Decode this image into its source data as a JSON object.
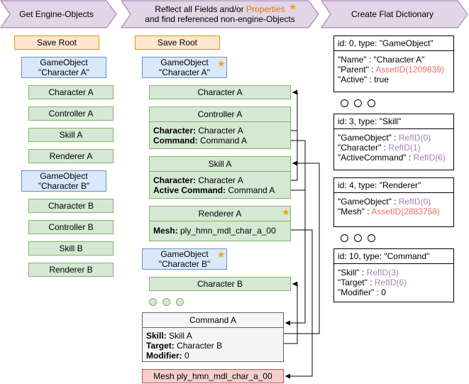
{
  "colors": {
    "header_fill": "#e1d5e7",
    "header_stroke": "#9673a6",
    "orange_fill": "#ffe6cc",
    "blue_fill": "#dae8fc",
    "green_fill": "#d5e8d4",
    "gray_fill": "#f5f5f5",
    "red_fill": "#f8cecc",
    "ref_color": "#a680b8",
    "asset_color": "#ea6b66",
    "star_color": "#f0a30a"
  },
  "headers": [
    {
      "text": "Get Engine-Objects"
    },
    {
      "line1_pre": "Reflect all Fields and/or ",
      "line1_highlight": "Properties",
      "line2": "and find referenced non-engine-Objects"
    },
    {
      "text": "Create Flat Dictionary"
    }
  ],
  "col1": {
    "save_root": "Save Root",
    "objects": [
      {
        "go": "GameObject \"Character A\"",
        "components": [
          "Character A",
          "Controller A",
          "Skill A",
          "Renderer A"
        ]
      },
      {
        "go": "GameObject \"Character B\"",
        "components": [
          "Character B",
          "Controller B",
          "Skill B",
          "Renderer B"
        ]
      }
    ]
  },
  "col2": {
    "save_root": "Save Root",
    "go_a": "GameObject \"Character A\"",
    "char_a": "Character A",
    "controller": {
      "title": "Controller A",
      "f1_name": "Character:",
      "f1_val": " Character A",
      "f2_name": "Command:",
      "f2_val": " Command A"
    },
    "skill": {
      "title": "Skill A",
      "f1_name": "Character:",
      "f1_val": " Character A",
      "f2_name": "Active Command:",
      "f2_val": " Command A"
    },
    "renderer": {
      "title": "Renderer A",
      "f1_name": "Mesh:",
      "f1_val": " ply_hmn_mdl_char_a_00"
    },
    "go_b": "GameObject \"Character B\"",
    "char_b": "Character B",
    "command": {
      "title": "Command A",
      "f1_name": "Skill:",
      "f1_val": " Skill A",
      "f2_name": "Target:",
      "f2_val": " Character B",
      "f3_name": "Modifier:",
      "f3_val": " 0"
    },
    "mesh": "Mesh ply_hmn_mdl_char_a_00"
  },
  "col3": {
    "d0": {
      "header": "id: 0, type: \"GameObject\"",
      "l1": "\"Name\" : \"Character A\"",
      "l2_pre": "\"Parent\" : ",
      "l2_val": "AssetID(1209839)",
      "l3": "\"Active\" : true"
    },
    "d3": {
      "header": "id: 3, type: \"Skill\"",
      "l1_pre": "\"GameObject\" : ",
      "l1_val": "RefID(0)",
      "l2_pre": "\"Character\" : ",
      "l2_val": "RefID(1)",
      "l3_pre": "\"ActiveCommand\" :  ",
      "l3_val": "RefID(6)"
    },
    "d4": {
      "header": "id: 4, type: \"Renderer\"",
      "l1_pre": "\"GameObject\" : ",
      "l1_val": "RefID(0)",
      "l2_pre": "\"Mesh\" : ",
      "l2_val": "AssetID(2883758)"
    },
    "d10": {
      "header": "id: 10, type: \"Command\"",
      "l1_pre": "\"Skill\" : ",
      "l1_val": "RefID(3)",
      "l2_pre": "\"Target\" : ",
      "l2_val": "RefID(6)",
      "l3": "\"Modifier\" : 0"
    }
  }
}
